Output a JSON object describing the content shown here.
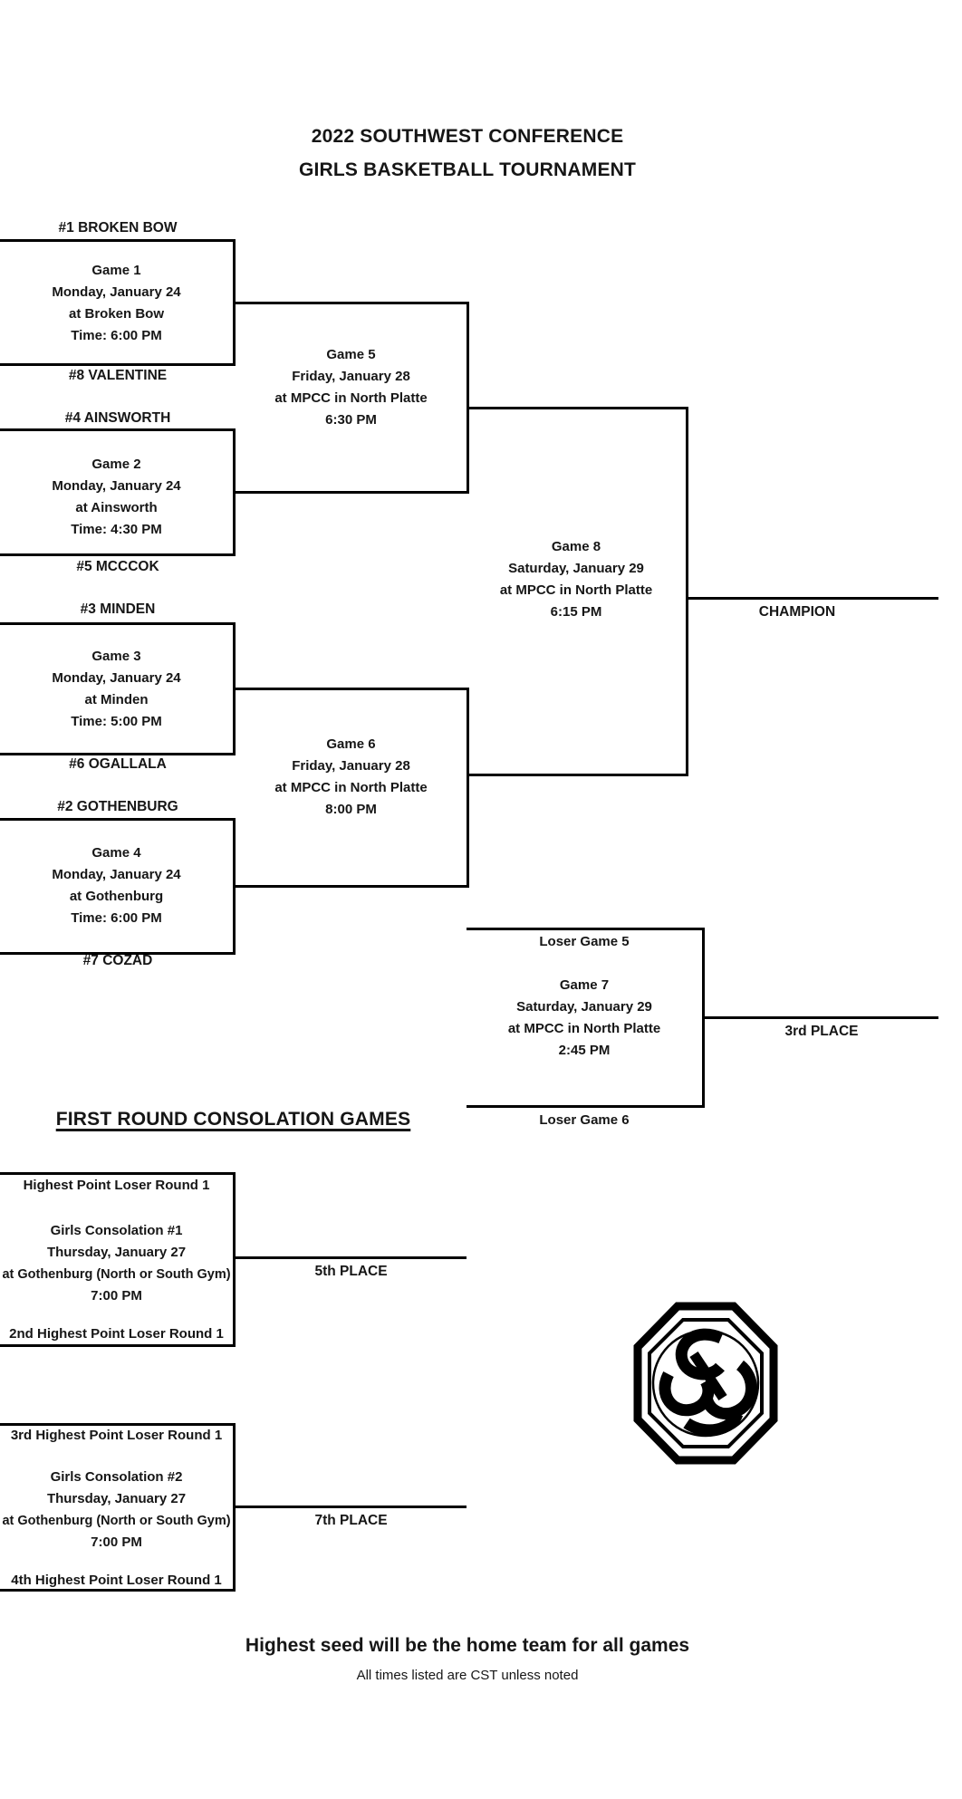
{
  "title": {
    "line1": "2022 SOUTHWEST CONFERENCE",
    "line2": "GIRLS BASKETBALL TOURNAMENT"
  },
  "bracket": {
    "games": [
      {
        "name": "Game 1",
        "top_team": "#1 BROKEN BOW",
        "bottom_team": "#8 VALENTINE",
        "lines": [
          "Game 1",
          "Monday, January 24",
          "at Broken Bow",
          "Time: 6:00 PM"
        ]
      },
      {
        "name": "Game 2",
        "top_team": "#4 AINSWORTH",
        "bottom_team": "#5 MCCCOK",
        "lines": [
          "Game 2",
          "Monday, January 24",
          "at Ainsworth",
          "Time: 4:30 PM"
        ]
      },
      {
        "name": "Game 3",
        "top_team": "#3 MINDEN",
        "bottom_team": "#6 OGALLALA",
        "lines": [
          "Game 3",
          "Monday, January 24",
          "at Minden",
          "Time: 5:00 PM"
        ]
      },
      {
        "name": "Game 4",
        "top_team": "#2 GOTHENBURG",
        "bottom_team": "#7 COZAD",
        "lines": [
          "Game 4",
          "Monday, January 24",
          "at Gothenburg",
          "Time: 6:00 PM"
        ]
      },
      {
        "name": "Game 5",
        "lines": [
          "Game 5",
          "Friday, January 28",
          "at MPCC in North Platte",
          "6:30 PM"
        ]
      },
      {
        "name": "Game 6",
        "lines": [
          "Game 6",
          "Friday, January 28",
          "at MPCC in North Platte",
          "8:00 PM"
        ]
      },
      {
        "name": "Game 7",
        "top_label": "Loser Game 5",
        "bottom_label": "Loser Game 6",
        "lines": [
          "Game 7",
          "Saturday, January 29",
          "at MPCC in North Platte",
          "2:45 PM"
        ]
      },
      {
        "name": "Game 8",
        "lines": [
          "Game 8",
          "Saturday, January 29",
          "at MPCC in North Platte",
          "6:15 PM"
        ]
      }
    ],
    "champion_label": "CHAMPION",
    "third_place_label": "3rd PLACE"
  },
  "consolation": {
    "heading": "FIRST ROUND CONSOLATION GAMES",
    "games": [
      {
        "top_label": "Highest Point Loser Round 1",
        "bottom_label": "2nd Highest Point Loser Round 1",
        "lines": [
          "Girls Consolation #1",
          "Thursday, January 27",
          "at Gothenburg (North or South Gym)",
          "7:00 PM"
        ],
        "place_label": "5th PLACE"
      },
      {
        "top_label": "3rd Highest Point Loser Round 1",
        "bottom_label": "4th Highest Point Loser Round 1",
        "lines": [
          "Girls Consolation #2",
          "Thursday, January 27",
          "at Gothenburg (North or South Gym)",
          "7:00 PM"
        ],
        "place_label": "7th PLACE"
      }
    ]
  },
  "logo": {
    "icon": "southwest-conference-octagon-monogram"
  },
  "footer": {
    "line1": "Highest seed will be the home team for all games",
    "line2": "All times listed are CST unless noted"
  },
  "colors": {
    "line": "#000000",
    "text": "#161616",
    "background": "#ffffff"
  }
}
